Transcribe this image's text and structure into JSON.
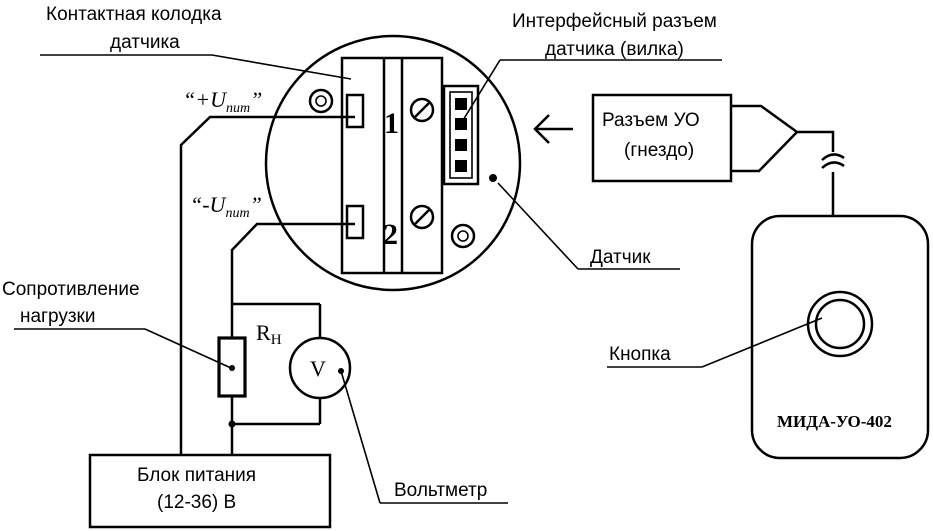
{
  "labels": {
    "contact_block_line1": "Контактная колодка",
    "contact_block_line2": "датчика",
    "plus_u": "“+U",
    "minus_u": "“-U",
    "u_sub": "пит",
    "u_close": "”",
    "interface_line1": "Интерфейсный разъем",
    "interface_line2": "датчика (вилка)",
    "connector_uo_line1": "Разъем  УО",
    "connector_uo_line2": "(гнездо)",
    "sensor": "Датчик",
    "resistance_line1": "Сопротивление",
    "resistance_line2": "нагрузки",
    "rn_main": "R",
    "rn_sub": "Н",
    "voltmeter_symbol": "V",
    "button": "Кнопка",
    "device": "МИДА-УО-402",
    "power_line1": "Блок питания",
    "power_line2": "(12-36) В",
    "voltmeter": "Вольтметр",
    "terminal_1": "1",
    "terminal_2": "2"
  },
  "icons": [
    "arrow-left-icon",
    "screw-icon",
    "break-mark-icon"
  ]
}
